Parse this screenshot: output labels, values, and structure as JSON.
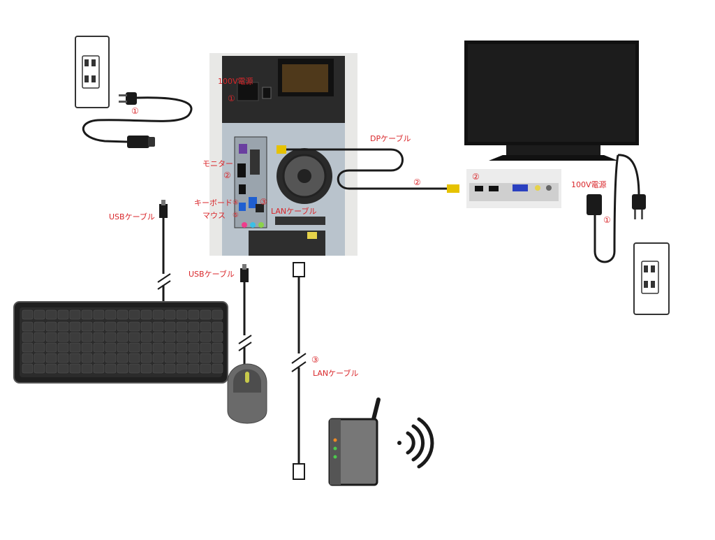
{
  "labels": {
    "power_pc": "100V電源",
    "power_pc_num": "①",
    "monitor_port": "モニター",
    "monitor_port_num": "②",
    "keyboard_port": "キーボード",
    "keyboard_port_num": "④",
    "mouse_port": "マウス",
    "mouse_port_num": "⑤",
    "lan_port": "LANケーブル",
    "lan_port_num": "③",
    "dp_cable": "DPケーブル",
    "dp_cable_num": "②",
    "monitor_input_num": "②",
    "power_monitor": "100V電源",
    "power_monitor_num": "①",
    "outlet_left_num": "①",
    "usb_keyboard": "USBケーブル",
    "usb_mouse": "USBケーブル",
    "lan_cable": "LANケーブル",
    "lan_cable_num": "③"
  },
  "icons": {
    "outlet": "wall-outlet-icon",
    "plug": "power-plug-icon",
    "pc": "pc-tower-back-icon",
    "monitor": "monitor-icon",
    "keyboard": "keyboard-icon",
    "mouse": "mouse-icon",
    "router": "wifi-router-icon",
    "wifi": "wifi-signal-icon"
  },
  "colors": {
    "label": "#d9262a",
    "cable": "#1a1a1a",
    "led_orange": "#f08a24",
    "led_green": "#4cc94c"
  }
}
